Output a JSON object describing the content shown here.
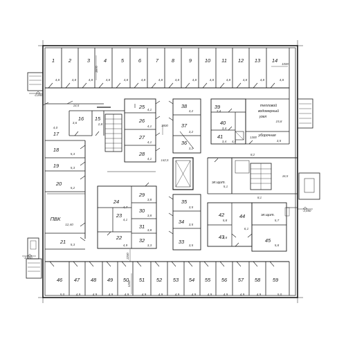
{
  "rooms_top": [
    {
      "num": "1",
      "area": "4,8"
    },
    {
      "num": "2",
      "area": "4,8"
    },
    {
      "num": "3",
      "area": "4,8"
    },
    {
      "num": "4",
      "area": "4,8"
    },
    {
      "num": "5",
      "area": "4,8"
    },
    {
      "num": "6",
      "area": "4,8"
    },
    {
      "num": "7",
      "area": "4,8"
    },
    {
      "num": "8",
      "area": "4,8"
    },
    {
      "num": "9",
      "area": "4,8"
    },
    {
      "num": "10",
      "area": "4,8"
    },
    {
      "num": "11",
      "area": "4,8"
    },
    {
      "num": "12",
      "area": "4,8"
    },
    {
      "num": "13",
      "area": "4,8"
    },
    {
      "num": "14",
      "area": "4,8"
    }
  ],
  "rooms_bottom": [
    {
      "num": "46",
      "area": "5,0"
    },
    {
      "num": "47",
      "area": "4,9"
    },
    {
      "num": "48",
      "area": "4,9"
    },
    {
      "num": "49",
      "area": "4,9"
    },
    {
      "num": "50",
      "area": "4,9"
    },
    {
      "num": "51",
      "area": "4,9"
    },
    {
      "num": "52",
      "area": "4,9"
    },
    {
      "num": "53",
      "area": "4,9"
    },
    {
      "num": "54",
      "area": "4,9"
    },
    {
      "num": "55",
      "area": "4,9"
    },
    {
      "num": "56",
      "area": "4,9"
    },
    {
      "num": "57",
      "area": "4,9"
    },
    {
      "num": "58",
      "area": "4,9"
    },
    {
      "num": "59",
      "area": "5,0"
    }
  ],
  "rooms_left": [
    {
      "num": "16",
      "area": "3,6"
    },
    {
      "num": "15",
      "area": "2,8"
    },
    {
      "num": "17",
      "area": "4,0"
    },
    {
      "num": "18",
      "area": "5,3"
    },
    {
      "num": "19",
      "area": "5,3"
    },
    {
      "num": "20",
      "area": "5,2"
    },
    {
      "num": "21",
      "area": "5,3"
    }
  ],
  "rooms_center_left": [
    {
      "num": "25",
      "area": "4,1"
    },
    {
      "num": "26",
      "area": "4,1"
    },
    {
      "num": "27",
      "area": "4,1"
    },
    {
      "num": "28",
      "area": "4,1"
    }
  ],
  "rooms_block": [
    {
      "num": "24",
      "area": "4,7"
    },
    {
      "num": "29",
      "area": "3,8"
    },
    {
      "num": "23",
      "area": "4,1"
    },
    {
      "num": "30",
      "area": "3,8"
    },
    {
      "num": "31",
      "area": "3,8"
    },
    {
      "num": "22",
      "area": "4,9"
    },
    {
      "num": "32",
      "area": "3,3"
    }
  ],
  "rooms_center_right": [
    {
      "num": "38",
      "area": "3,2"
    },
    {
      "num": "37",
      "area": "3,2"
    },
    {
      "num": "36",
      "area": "3,2"
    },
    {
      "num": "35",
      "area": "3,5"
    },
    {
      "num": "34",
      "area": "3,5"
    },
    {
      "num": "33",
      "area": "3,5"
    }
  ],
  "rooms_right": [
    {
      "num": "39",
      "area": "3,4"
    },
    {
      "num": "40",
      "area": "3,4"
    },
    {
      "num": "41",
      "area": "3,4"
    },
    {
      "num": "42",
      "area": "5,8"
    },
    {
      "num": "43",
      "area": "5,8"
    },
    {
      "num": "44",
      "area": "6,1"
    },
    {
      "num": "45",
      "area": "5,8"
    }
  ],
  "labels": {
    "pvk": "ПВК",
    "pvk_area": "12,40",
    "heat_node": [
      "тепловой",
      "водомерный",
      "узел"
    ],
    "heat_area": "15,8",
    "cleaning": "уборочная",
    "cleaning_area": "3,5",
    "el_panel_left": "эл.щит.",
    "el_panel_left_area": "5,1",
    "el_panel_right": "эл.щит.",
    "el_panel_right_area": "5,7",
    "area_145": "14,5",
    "area_1425": "142,5",
    "area_56": "5,6",
    "area_82": "8,2",
    "area_81": "8,1",
    "area_165": "16,5",
    "area_44": "4,4",
    "area_61": "6,1",
    "dim_1000": "1000",
    "dim_3970": "3970",
    "dim_1800": "1800",
    "dim_1300": "1300",
    "dim_1200": "1200",
    "dim_2200": "2200",
    "level_nw": "-2,650",
    "level_e": "-2,650",
    "level_sw": "-2,650"
  }
}
